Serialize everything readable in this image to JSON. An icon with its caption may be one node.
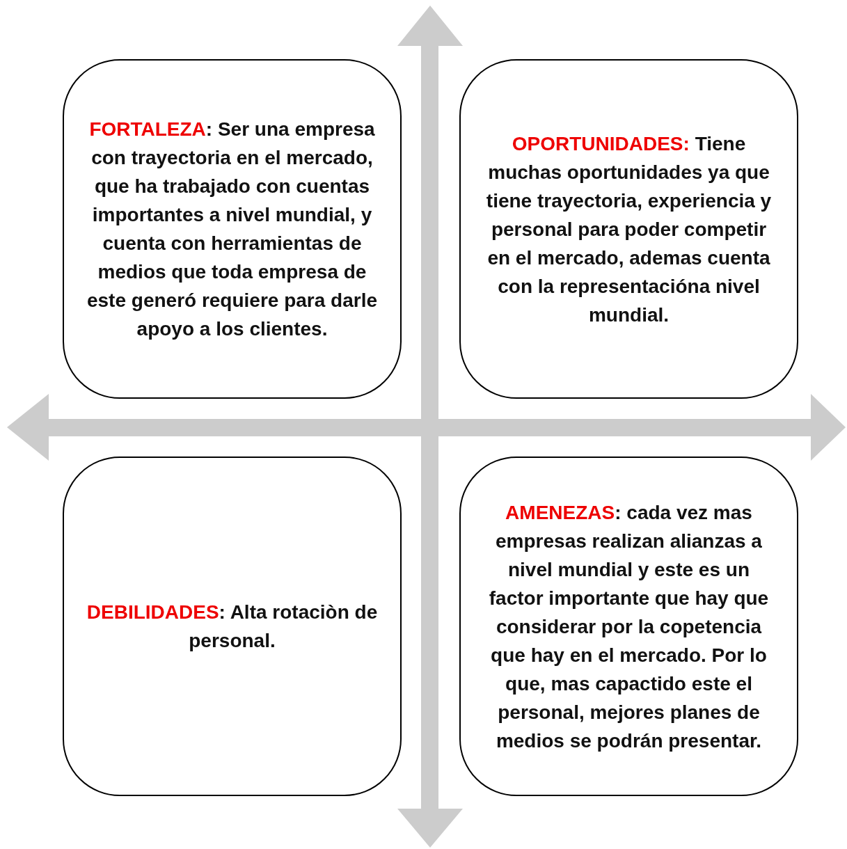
{
  "diagram": {
    "nodes": [
      {
        "text": [
          "FORTALEZA",
          ": Ser una empresa con trayectoria en el mercado, que ha trabajado con cuentas importantes a nivel mundial, y cuenta con herramientas de medios que toda empresa de este generó requiere para darle apoyo a los clientes."
        ]
      },
      {
        "text": [
          "OPORTUNIDADES:",
          " Tiene muchas oportunidades ya que tiene trayectoria, experiencia y personal para poder competir en el mercado, ademas cuenta con la representacióna nivel mundial."
        ]
      },
      {
        "text": [
          "DEBILIDADES",
          ": Alta rotaciòn de personal."
        ]
      },
      {
        "text": [
          "AMENEZAS",
          ": cada vez mas empresas realizan alianzas a nivel mundial y este es un factor importante que hay que considerar por la copetencia que hay en el mercado. Por lo que, mas capactido este el personal, mejores planes de medios se podrán presentar."
        ]
      }
    ],
    "edges": []
  }
}
